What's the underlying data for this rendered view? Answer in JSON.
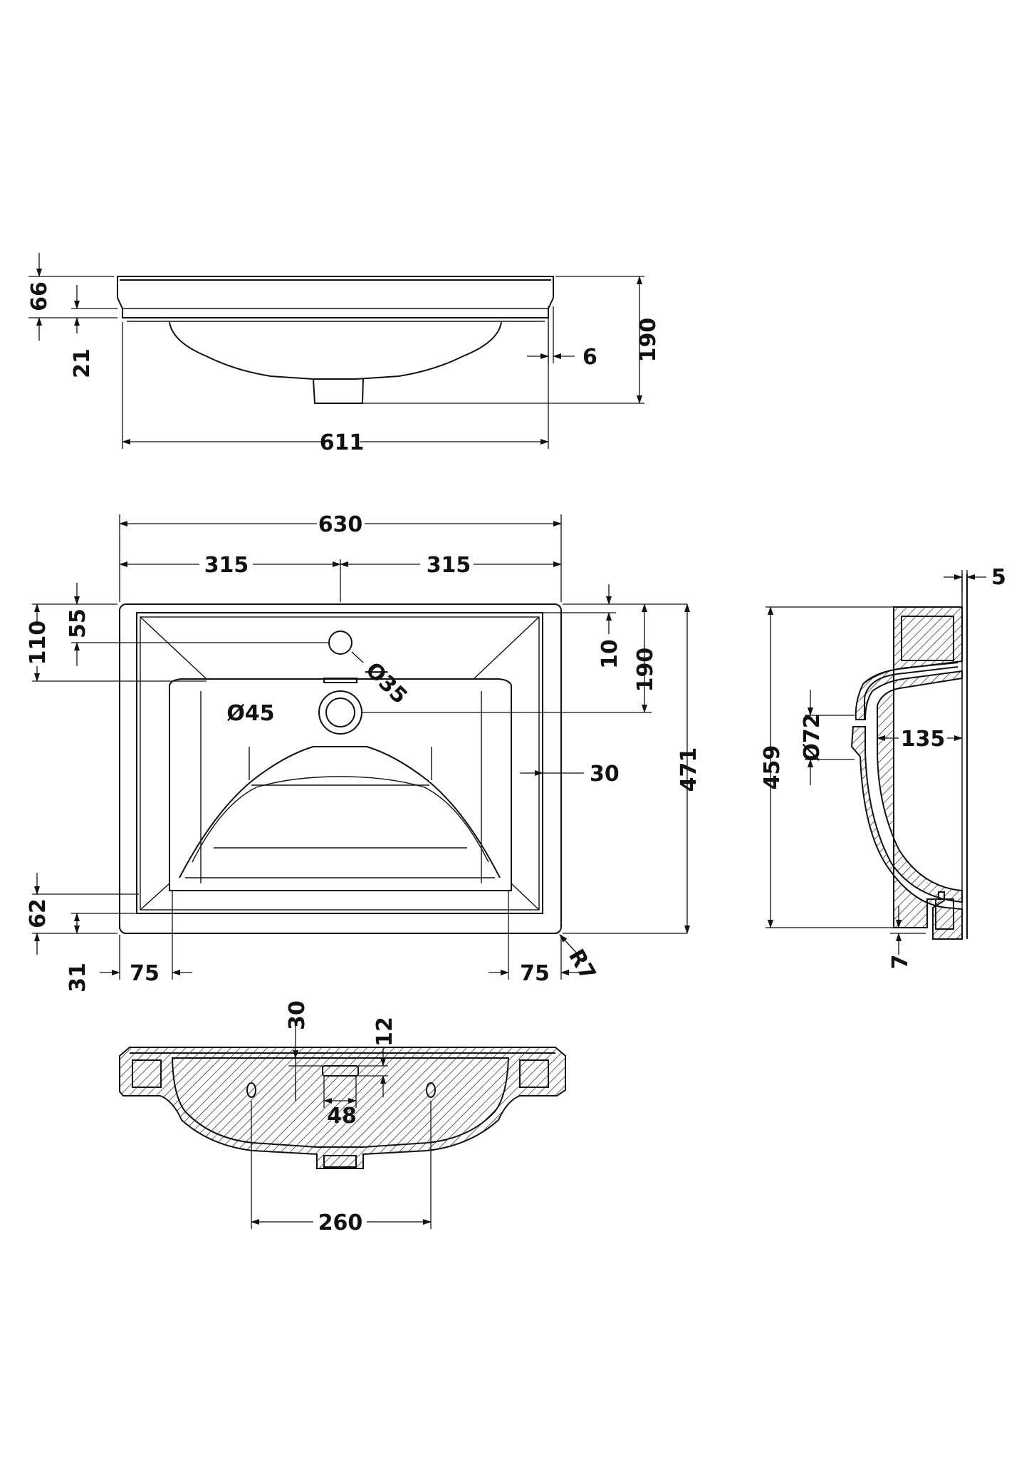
{
  "views": {
    "front": {
      "d66": "66",
      "d21": "21",
      "d190": "190",
      "d6": "6",
      "d611": "611"
    },
    "top": {
      "d630": "630",
      "d315a": "315",
      "d315b": "315",
      "d55": "55",
      "d110": "110",
      "d10": "10",
      "d190": "190",
      "d35": "Ø35",
      "d45": "Ø45",
      "d30": "30",
      "d471": "471",
      "d62": "62",
      "d31": "31",
      "d75a": "75",
      "d75b": "75",
      "r7": "R7"
    },
    "side": {
      "d5": "5",
      "d72": "Ø72",
      "d135": "135",
      "d459": "459",
      "d7": "7"
    },
    "section": {
      "d30": "30",
      "d12": "12",
      "d48": "48",
      "d260": "260"
    }
  }
}
